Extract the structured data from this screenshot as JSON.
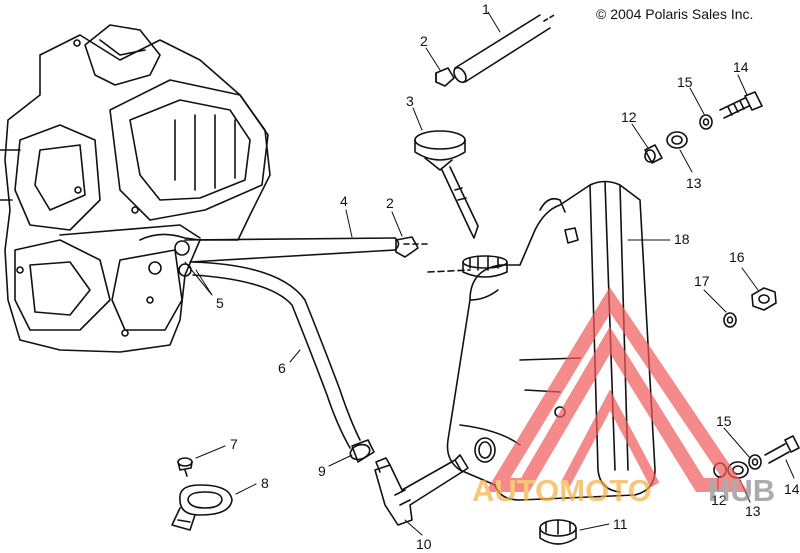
{
  "copyright": "© 2004 Polaris Sales Inc.",
  "callouts": [
    {
      "id": "c1",
      "label": "1"
    },
    {
      "id": "c2a",
      "label": "2"
    },
    {
      "id": "c3",
      "label": "3"
    },
    {
      "id": "c4",
      "label": "4"
    },
    {
      "id": "c2b",
      "label": "2"
    },
    {
      "id": "c5",
      "label": "5"
    },
    {
      "id": "c6",
      "label": "6"
    },
    {
      "id": "c7",
      "label": "7"
    },
    {
      "id": "c8",
      "label": "8"
    },
    {
      "id": "c9",
      "label": "9"
    },
    {
      "id": "c10",
      "label": "10"
    },
    {
      "id": "c11",
      "label": "11"
    },
    {
      "id": "c12a",
      "label": "12"
    },
    {
      "id": "c13a",
      "label": "13"
    },
    {
      "id": "c14a",
      "label": "14"
    },
    {
      "id": "c15a",
      "label": "15"
    },
    {
      "id": "c16",
      "label": "16"
    },
    {
      "id": "c17",
      "label": "17"
    },
    {
      "id": "c18",
      "label": "18"
    },
    {
      "id": "c15b",
      "label": "15"
    },
    {
      "id": "c14b",
      "label": "14"
    },
    {
      "id": "c13b",
      "label": "13"
    },
    {
      "id": "c12b",
      "label": "12"
    }
  ],
  "watermark": {
    "part1": "AUTOMOTO",
    "part2": "HUB",
    "color_red": "#f15a5a",
    "color_orange": "#f5b041",
    "color_gray": "#8a8a8a"
  }
}
